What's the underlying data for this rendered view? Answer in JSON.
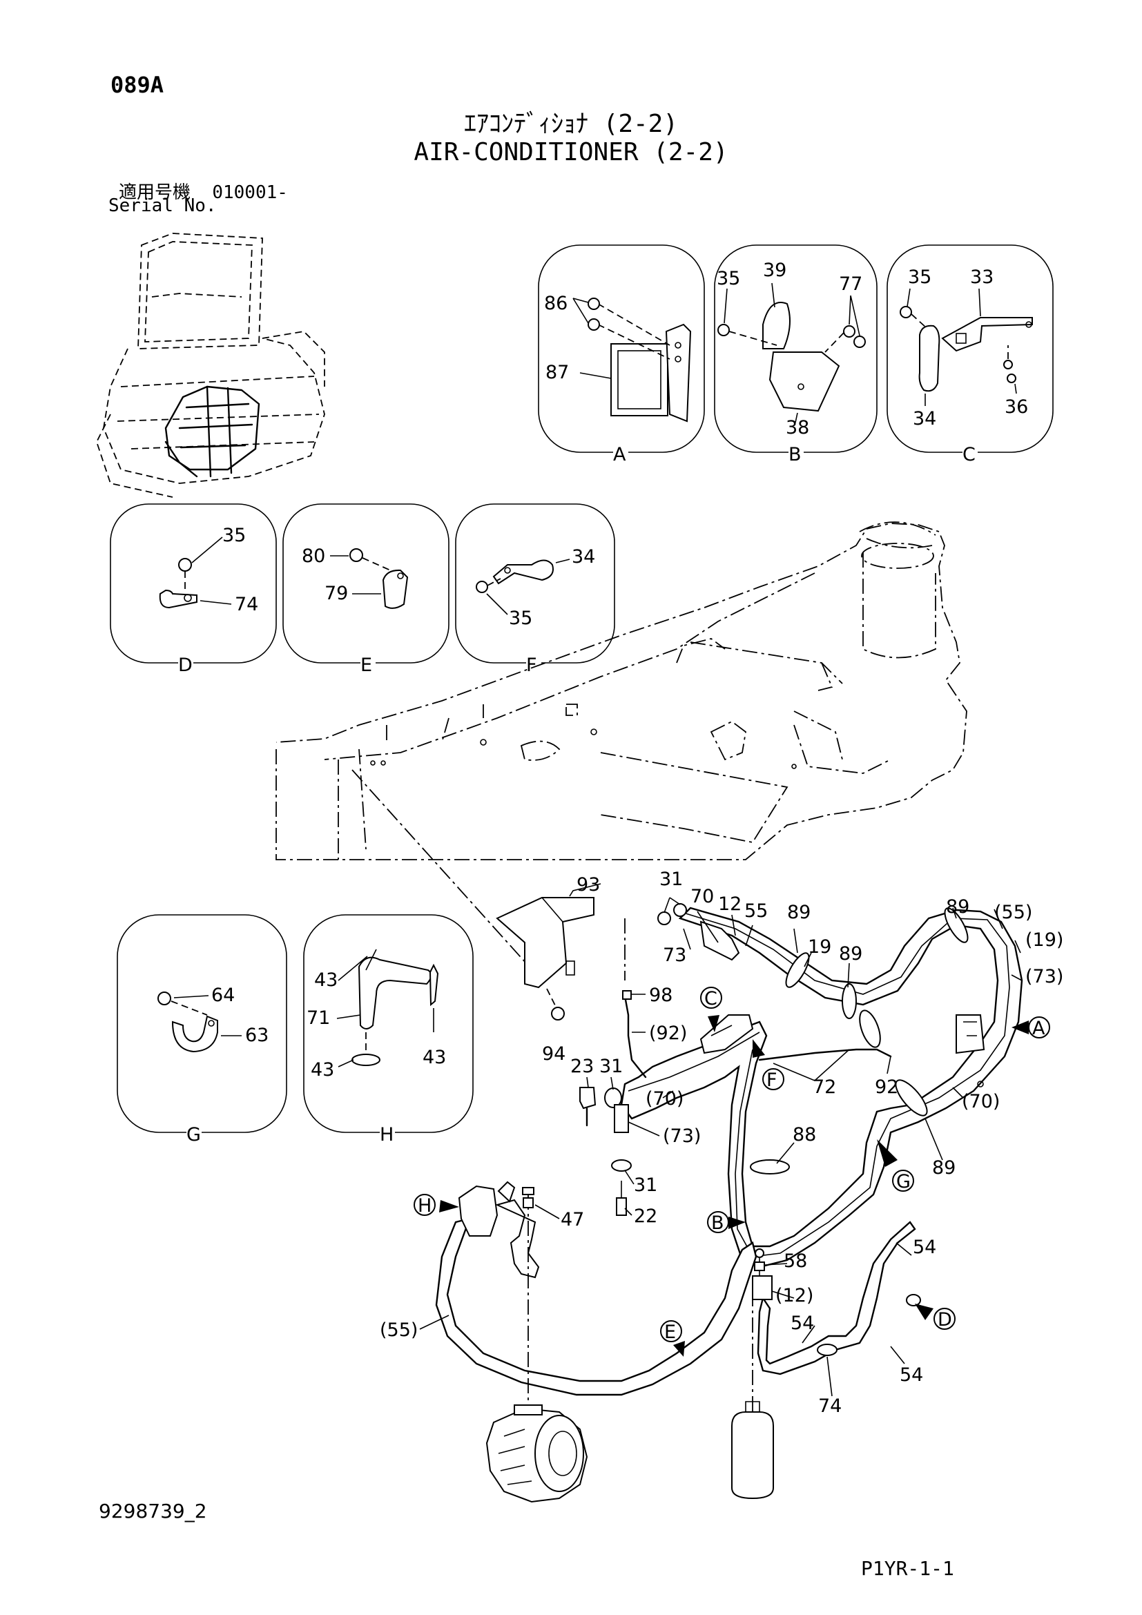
{
  "header": {
    "page_code": "089A",
    "title_jp": "ｴｱｺﾝﾃﾞｨｼｮﾅ (2-2)",
    "title_en": "AIR-CONDITIONER (2-2)",
    "serial_label_jp": "適用号機",
    "serial_number": "010001-",
    "serial_label_en": "Serial No."
  },
  "footer": {
    "doc_id": "9298739_2",
    "page_ref": "P1YR-1-1"
  },
  "details": [
    {
      "letter": "A",
      "parts": [
        "86",
        "87"
      ]
    },
    {
      "letter": "B",
      "parts": [
        "35",
        "39",
        "77",
        "38"
      ]
    },
    {
      "letter": "C",
      "parts": [
        "35",
        "33",
        "34",
        "36"
      ]
    },
    {
      "letter": "D",
      "parts": [
        "35",
        "74"
      ]
    },
    {
      "letter": "E",
      "parts": [
        "80",
        "79"
      ]
    },
    {
      "letter": "F",
      "parts": [
        "34",
        "35"
      ]
    },
    {
      "letter": "G",
      "parts": [
        "64",
        "63"
      ]
    },
    {
      "letter": "H",
      "parts": [
        "43",
        "71",
        "43",
        "43"
      ]
    }
  ],
  "main_labels": [
    "93",
    "31",
    "70",
    "12",
    "55",
    "89",
    "89",
    "89",
    "(55)",
    "(19)",
    "(73)",
    "19",
    "73",
    "98",
    "(92)",
    "23",
    "31",
    "72",
    "92",
    "(70)",
    "(70)",
    "(73)",
    "88",
    "89",
    "94",
    "31",
    "22",
    "47",
    "58",
    "(12)",
    "54",
    "54",
    "54",
    "74",
    "(55)"
  ],
  "callouts": [
    "A",
    "B",
    "C",
    "D",
    "E",
    "F",
    "G",
    "H"
  ]
}
